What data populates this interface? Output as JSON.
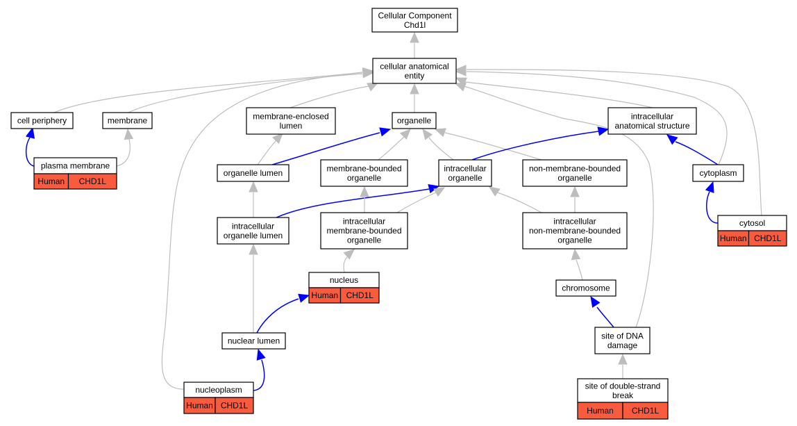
{
  "nodes": [
    {
      "id": "root",
      "lines": [
        "Cellular Component",
        "Chd1l"
      ]
    },
    {
      "id": "cae",
      "lines": [
        "cellular anatomical",
        "entity"
      ]
    },
    {
      "id": "cellper",
      "lines": [
        "cell periphery"
      ]
    },
    {
      "id": "membrane",
      "lines": [
        "membrane"
      ]
    },
    {
      "id": "melumen",
      "lines": [
        "membrane-enclosed",
        "lumen"
      ]
    },
    {
      "id": "organelle",
      "lines": [
        "organelle"
      ]
    },
    {
      "id": "ias",
      "lines": [
        "intracellular",
        "anatomical structure"
      ]
    },
    {
      "id": "pm",
      "lines": [
        "plasma membrane"
      ],
      "badges": [
        "Human",
        "CHD1L"
      ]
    },
    {
      "id": "orglumen",
      "lines": [
        "organelle lumen"
      ]
    },
    {
      "id": "mbo",
      "lines": [
        "membrane-bounded",
        "organelle"
      ]
    },
    {
      "id": "io",
      "lines": [
        "intracellular",
        "organelle"
      ]
    },
    {
      "id": "nmbo",
      "lines": [
        "non-membrane-bounded",
        "organelle"
      ]
    },
    {
      "id": "cytoplasm",
      "lines": [
        "cytoplasm"
      ]
    },
    {
      "id": "iol",
      "lines": [
        "intracellular",
        "organelle lumen"
      ]
    },
    {
      "id": "imbo",
      "lines": [
        "intracellular",
        "membrane-bounded",
        "organelle"
      ]
    },
    {
      "id": "inmbo",
      "lines": [
        "intracellular",
        "non-membrane-bounded",
        "organelle"
      ]
    },
    {
      "id": "cytosol",
      "lines": [
        "cytosol"
      ],
      "badges": [
        "Human",
        "CHD1L"
      ]
    },
    {
      "id": "nucleus",
      "lines": [
        "nucleus"
      ],
      "badges": [
        "Human",
        "CHD1L"
      ]
    },
    {
      "id": "chromosome",
      "lines": [
        "chromosome"
      ]
    },
    {
      "id": "nuclumen",
      "lines": [
        "nuclear lumen"
      ]
    },
    {
      "id": "dnadmg",
      "lines": [
        "site of DNA",
        "damage"
      ]
    },
    {
      "id": "nucleoplasm",
      "lines": [
        "nucleoplasm"
      ],
      "badges": [
        "Human",
        "CHD1L"
      ]
    },
    {
      "id": "dsb",
      "lines": [
        "site of double-strand",
        "break"
      ],
      "badges": [
        "Human",
        "CHD1L"
      ]
    }
  ],
  "edges": [
    {
      "from": "cae",
      "to": "root",
      "color": "gray"
    },
    {
      "from": "cellper",
      "to": "cae",
      "color": "gray"
    },
    {
      "from": "membrane",
      "to": "cae",
      "color": "gray"
    },
    {
      "from": "melumen",
      "to": "cae",
      "color": "gray"
    },
    {
      "from": "organelle",
      "to": "cae",
      "color": "gray"
    },
    {
      "from": "ias",
      "to": "cae",
      "color": "gray"
    },
    {
      "from": "cytoplasm",
      "to": "cae",
      "color": "gray"
    },
    {
      "from": "cytosol",
      "to": "cae",
      "color": "gray"
    },
    {
      "from": "nucleoplasm",
      "to": "cae",
      "color": "gray"
    },
    {
      "from": "dnadmg",
      "to": "cae",
      "color": "gray"
    },
    {
      "from": "pm",
      "to": "cellper",
      "color": "blue"
    },
    {
      "from": "pm",
      "to": "membrane",
      "color": "gray"
    },
    {
      "from": "orglumen",
      "to": "melumen",
      "color": "gray"
    },
    {
      "from": "orglumen",
      "to": "organelle",
      "color": "blue"
    },
    {
      "from": "mbo",
      "to": "organelle",
      "color": "gray"
    },
    {
      "from": "io",
      "to": "organelle",
      "color": "gray"
    },
    {
      "from": "nmbo",
      "to": "organelle",
      "color": "gray"
    },
    {
      "from": "io",
      "to": "ias",
      "color": "blue"
    },
    {
      "from": "cytoplasm",
      "to": "ias",
      "color": "blue"
    },
    {
      "from": "iol",
      "to": "orglumen",
      "color": "gray"
    },
    {
      "from": "iol",
      "to": "io",
      "color": "blue"
    },
    {
      "from": "imbo",
      "to": "mbo",
      "color": "gray"
    },
    {
      "from": "imbo",
      "to": "io",
      "color": "gray"
    },
    {
      "from": "inmbo",
      "to": "io",
      "color": "gray"
    },
    {
      "from": "inmbo",
      "to": "nmbo",
      "color": "gray"
    },
    {
      "from": "cytosol",
      "to": "cytoplasm",
      "color": "blue"
    },
    {
      "from": "nucleus",
      "to": "imbo",
      "color": "gray"
    },
    {
      "from": "chromosome",
      "to": "inmbo",
      "color": "gray"
    },
    {
      "from": "nuclumen",
      "to": "iol",
      "color": "gray"
    },
    {
      "from": "nuclumen",
      "to": "nucleus",
      "color": "blue"
    },
    {
      "from": "dnadmg",
      "to": "chromosome",
      "color": "blue"
    },
    {
      "from": "nucleoplasm",
      "to": "nuclumen",
      "color": "blue"
    },
    {
      "from": "dsb",
      "to": "dnadmg",
      "color": "gray"
    }
  ]
}
